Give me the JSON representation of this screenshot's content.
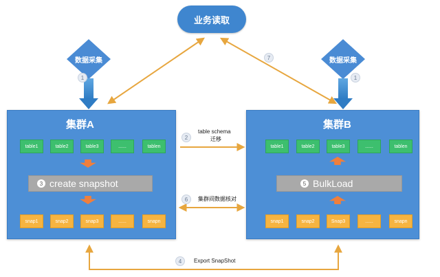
{
  "top": {
    "label": "业务读取"
  },
  "collect": {
    "label": "数据采集",
    "step": "1"
  },
  "cluster_a": {
    "title": "集群A",
    "tables": [
      "table1",
      "table2",
      "table3",
      "......",
      "tablen"
    ],
    "operation": {
      "step": "3",
      "label": "create snapshot"
    },
    "snapshots": [
      "snap1",
      "snap2",
      "snap3",
      "......",
      "snapn"
    ]
  },
  "cluster_b": {
    "title": "集群B",
    "tables": [
      "table1",
      "table2",
      "table3",
      "......",
      "tablen"
    ],
    "operation": {
      "step": "5",
      "label": "BulkLoad"
    },
    "snapshots": [
      "snap1",
      "snap2",
      "Snap3",
      "......",
      "snapn"
    ]
  },
  "links": {
    "schema": {
      "step": "2",
      "line1": "table schema",
      "line2": "迁移"
    },
    "verify": {
      "step": "6",
      "label": "集群间数据核对"
    },
    "export": {
      "step": "4",
      "label": "Export SnapShot"
    },
    "read": {
      "step": "7"
    }
  },
  "colors": {
    "cluster": "#4d8fd6",
    "table": "#3dbf6e",
    "snapshot": "#f6b441",
    "arrow": "#e7a63e",
    "inner_arrow": "#f07f3c"
  }
}
